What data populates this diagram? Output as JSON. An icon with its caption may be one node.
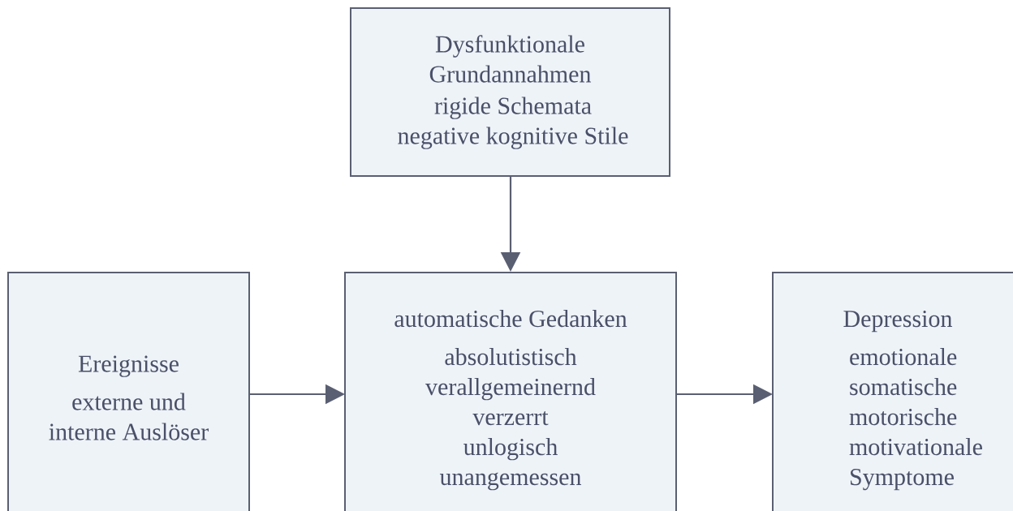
{
  "diagram": {
    "nodes": [
      {
        "text": [
          "Dysfunktionale Grundannahmen",
          "rigide Schemata",
          "negative kognitive Stile"
        ]
      },
      {
        "text": [
          "Ereignisse",
          "externe und interne Auslöser"
        ]
      },
      {
        "text": [
          "automatische Gedanken",
          "absolutistisch",
          "verallgemeinernd",
          "verzerrt",
          "unlogisch",
          "unangemessen"
        ]
      },
      {
        "text": [
          "Depression",
          "emotionale somatische motorische motivationale Symptome"
        ]
      }
    ],
    "edges": [
      {
        "from": 0,
        "to": 2,
        "arrow": "to"
      },
      {
        "from": 1,
        "to": 2,
        "arrow": "to"
      },
      {
        "from": 2,
        "to": 3,
        "arrow": "to"
      }
    ]
  }
}
